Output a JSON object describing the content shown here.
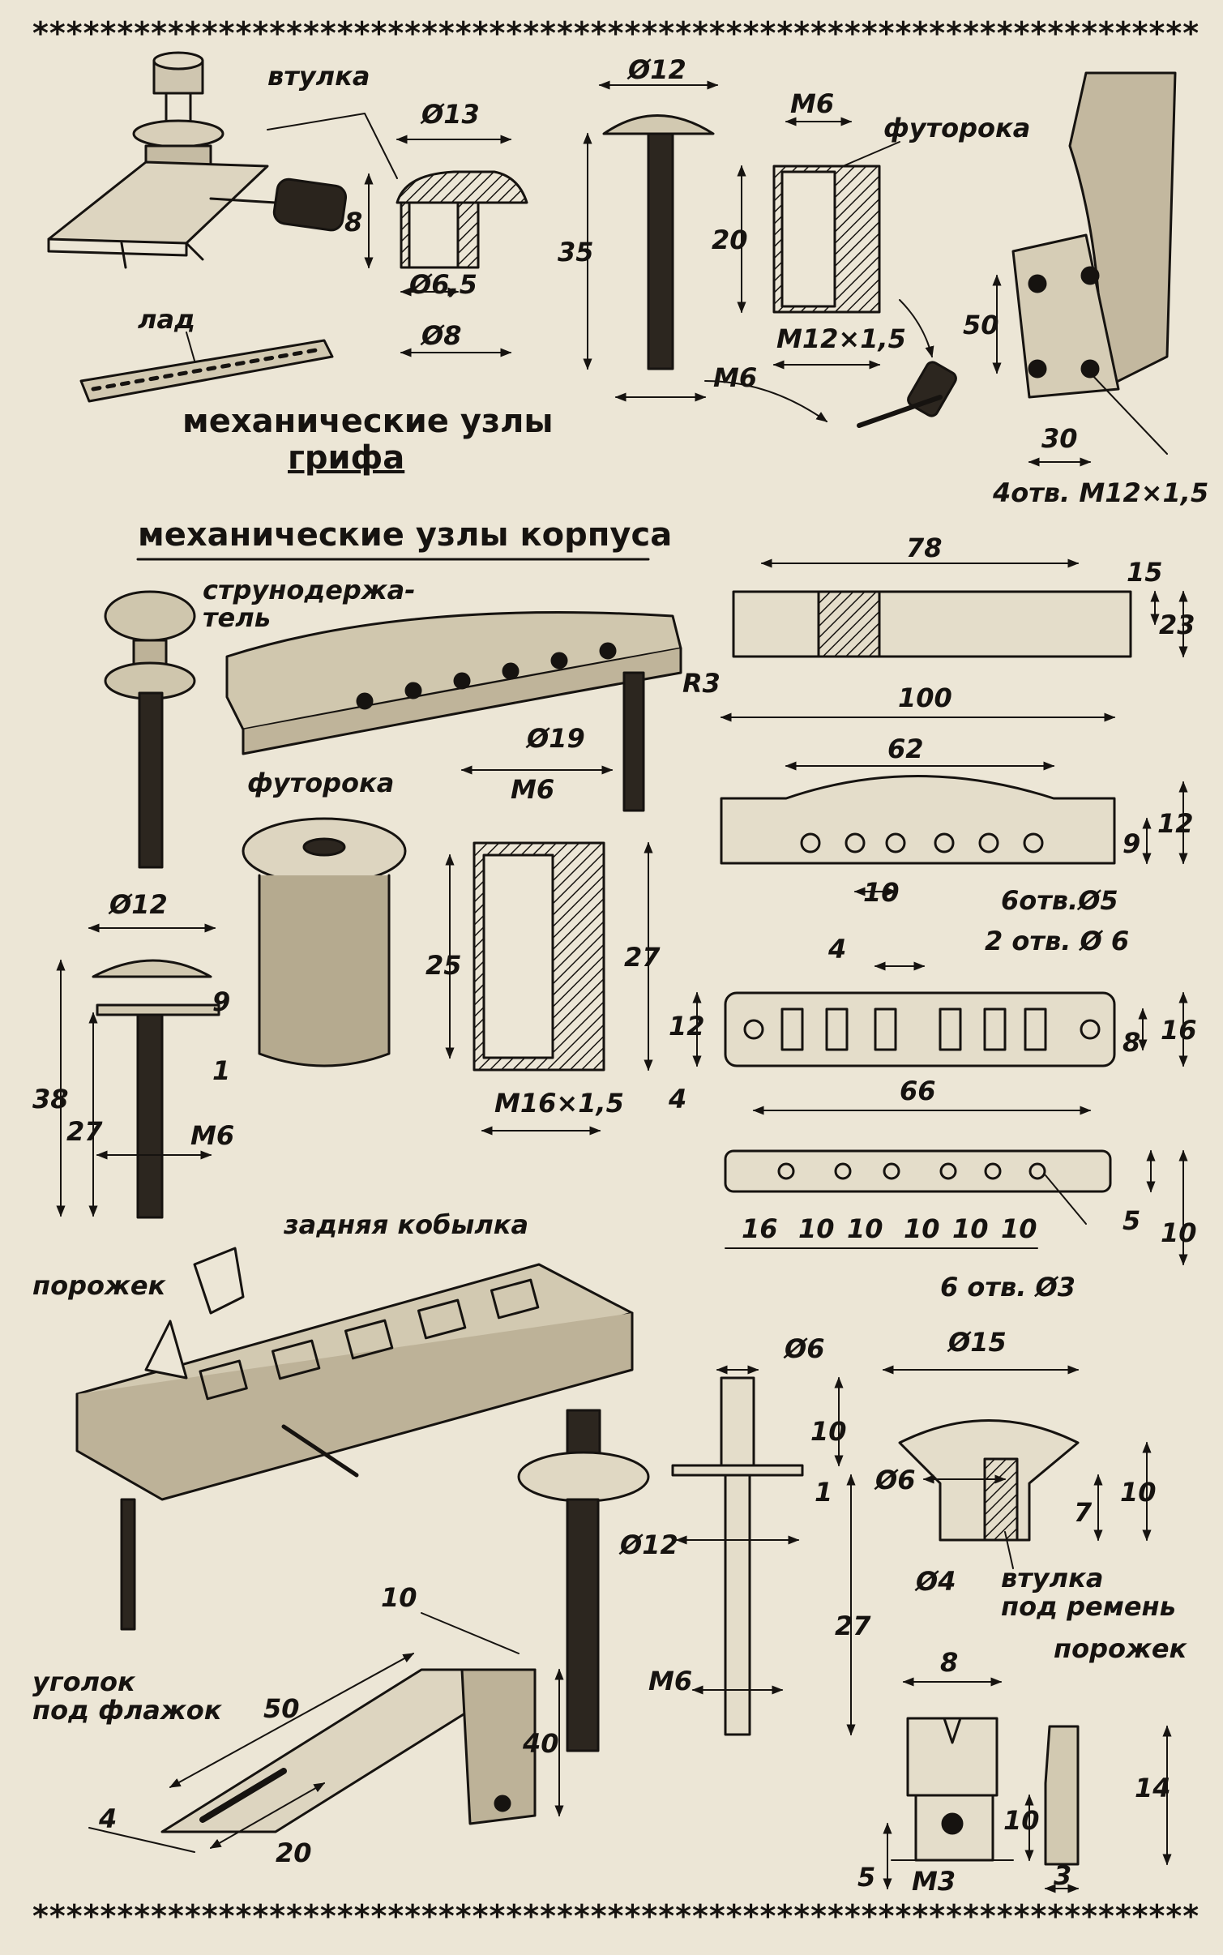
{
  "border": {
    "stars": "*********************************************************************"
  },
  "neck_section": {
    "title_line1": "механические узлы",
    "title_line2": "грифа",
    "labels": {
      "bushing": "втулка",
      "fret": "лад",
      "insert": "футорока"
    },
    "dims": {
      "d13": "Ø13",
      "h8": "8",
      "d65": "Ø6,5",
      "d8": "Ø8",
      "d12": "Ø12",
      "l35": "35",
      "m6_screw": "M6",
      "m6_top": "M6",
      "h20": "20",
      "m12": "M12×1,5",
      "h50": "50",
      "w30": "30",
      "holes": "4отв. M12×1,5"
    }
  },
  "body_section": {
    "title": "механические узлы корпуса",
    "labels": {
      "tailpiece": "струнодержа-\nтель",
      "insert": "футорока",
      "rear_bridge": "задняя кобылка",
      "nut_left": "порожек",
      "nut_right": "порожек",
      "angle": "уголок\nпод флажок",
      "strap": "втулка\nпод ремень"
    },
    "dims": {
      "w78": "78",
      "h15": "15",
      "h23": "23",
      "r3": "R3",
      "w100": "100",
      "w62": "62",
      "h9": "9",
      "h12": "12",
      "p10": "10",
      "holes6x5": "6отв.Ø5",
      "d19": "Ø19",
      "m6": "M6",
      "h25": "25",
      "h27": "27",
      "m16": "M16×1,5",
      "d12": "Ø12",
      "s9": "9",
      "s1": "1",
      "l38": "38",
      "l27": "27",
      "m6b": "M6",
      "p4": "4",
      "holes2x6": "2 отв. Ø 6",
      "h12b": "12",
      "h16": "16",
      "h8b": "8",
      "s4": "4",
      "w66": "66",
      "p16": "16",
      "p10a": "10",
      "p10b": "10",
      "p10c": "10",
      "p10d": "10",
      "p10e": "10",
      "h5": "5",
      "h10": "10",
      "holes6x3": "6 отв. Ø3",
      "d6": "Ø6",
      "h10b": "10",
      "s1b": "1",
      "d12b": "Ø12",
      "l27b": "27",
      "m6c": "M6",
      "d15": "Ø15",
      "d6b": "Ø6",
      "h7": "7",
      "h10c": "10",
      "d4": "Ø4",
      "a10": "10",
      "a50": "50",
      "a40": "40",
      "a4": "4",
      "a20": "20",
      "n8": "8",
      "n10": "10",
      "n14": "14",
      "m3": "M3",
      "n5": "5",
      "n3": "3"
    }
  }
}
